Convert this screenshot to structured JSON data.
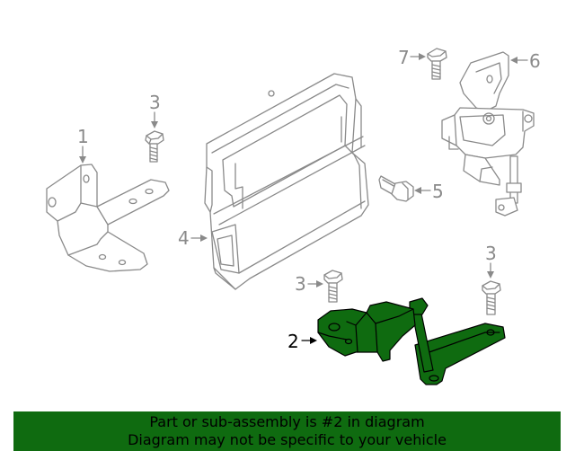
{
  "colors": {
    "highlight": "#0f6b10",
    "banner": "#0f6b10",
    "callout": "#8a8a8a",
    "text": "#000000"
  },
  "callouts": {
    "c1": "1",
    "c2": "2",
    "c3a": "3",
    "c3b": "3",
    "c3c": "3",
    "c4": "4",
    "c5": "5",
    "c6": "6",
    "c7": "7"
  },
  "banner": {
    "line1": "Part or sub-assembly is #2 in diagram",
    "line2": "Diagram may not be specific to your vehicle"
  }
}
